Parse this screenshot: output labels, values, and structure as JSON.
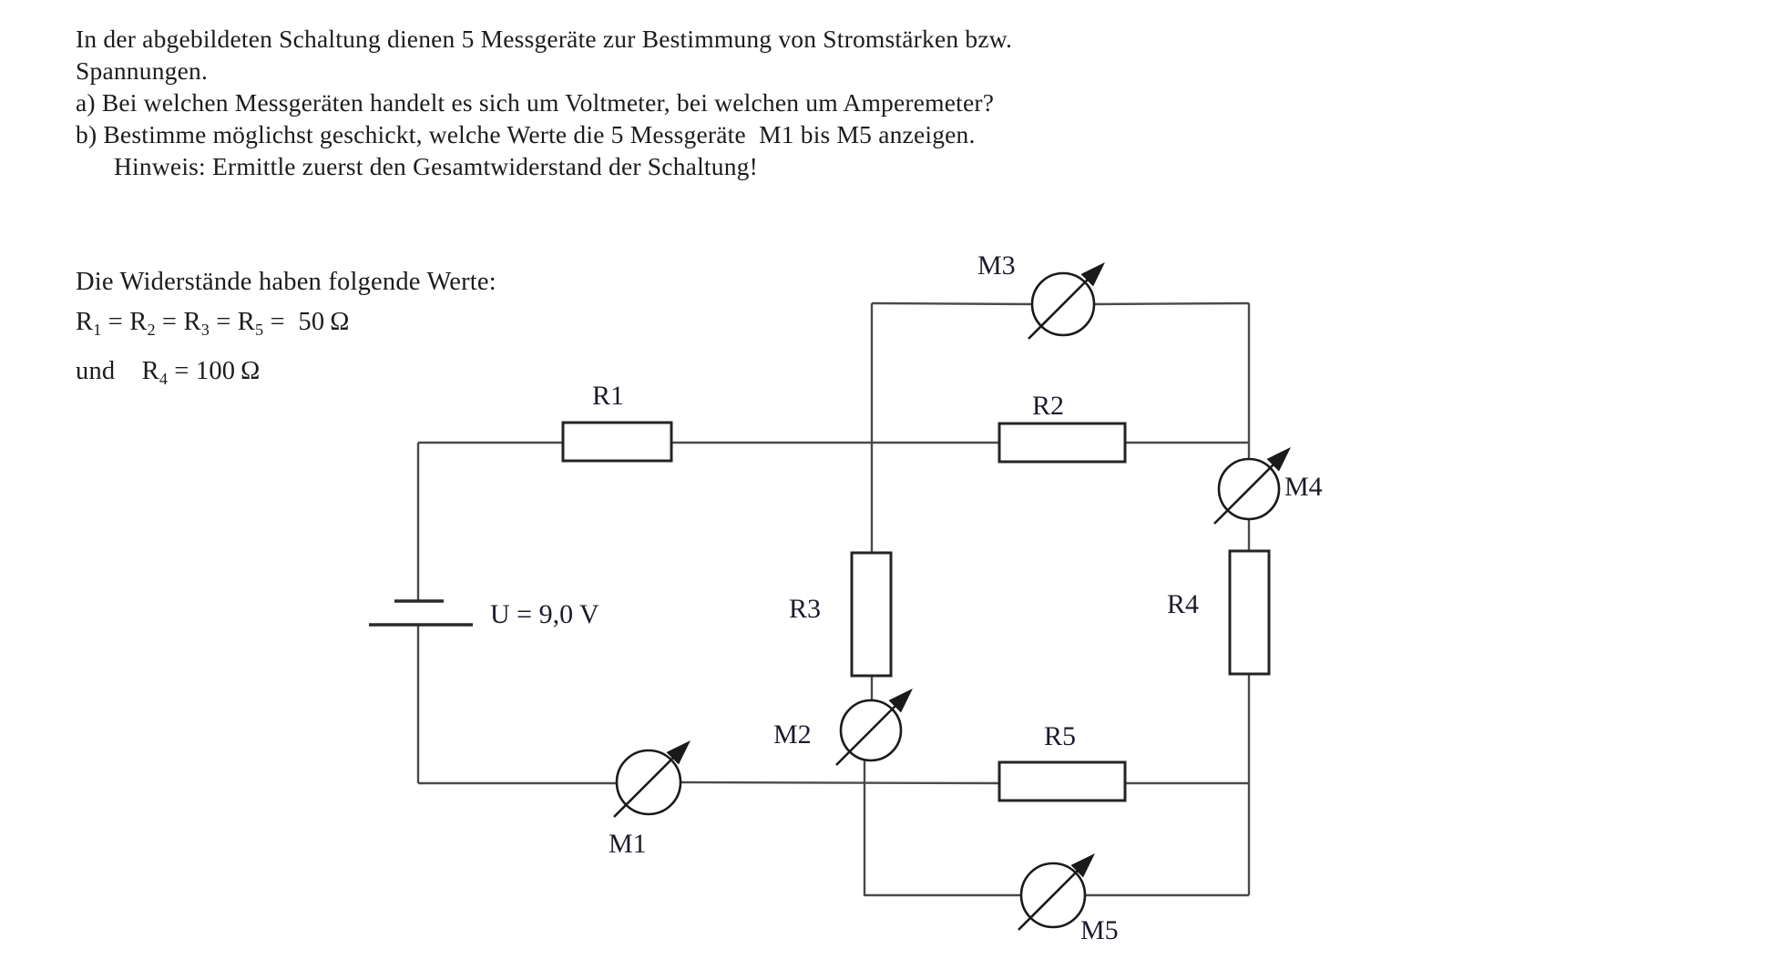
{
  "task": {
    "intro_line1": "In der abgebildeten Schaltung dienen 5 Messgeräte zur Bestimmung von Stromstärken bzw.",
    "intro_line2": "Spannungen.",
    "item_a": "a) Bei welchen Messgeräten handelt es sich um Voltmeter, bei welchen um Amperemeter?",
    "item_b": "b) Bestimme möglichst geschickt, welche Werte die 5 Messgeräte  M1 bis M5 anzeigen.",
    "hint": "Hinweis: Ermittle zuerst den Gesamtwiderstand der Schaltung!"
  },
  "resistors_text": {
    "intro": "Die Widerstände haben folgende Werte:",
    "eq_r1235": [
      {
        "t": "R"
      },
      {
        "t": "1",
        "sub": true
      },
      {
        "t": " = R"
      },
      {
        "t": "2",
        "sub": true
      },
      {
        "t": " = R"
      },
      {
        "t": "3",
        "sub": true
      },
      {
        "t": " = R"
      },
      {
        "t": "5",
        "sub": true
      },
      {
        "t": " =  50 Ω"
      }
    ],
    "eq_r4": [
      {
        "t": "und    R"
      },
      {
        "t": "4",
        "sub": true
      },
      {
        "t": " = 100 Ω"
      }
    ]
  },
  "circuit": {
    "source_label": "U = 9,0 V",
    "source_voltage": "9,0 V",
    "labels": {
      "r1": "R1",
      "r2": "R2",
      "r3": "R3",
      "r4": "R4",
      "r5": "R5",
      "m1": "M1",
      "m2": "M2",
      "m3": "M3",
      "m4": "M4",
      "m5": "M5"
    }
  },
  "colors": {
    "background": "#ffffff",
    "wire": "#4a4a4a",
    "component_outline": "#242424",
    "text": "#1c1c1c",
    "label": "#1b1b2b"
  }
}
